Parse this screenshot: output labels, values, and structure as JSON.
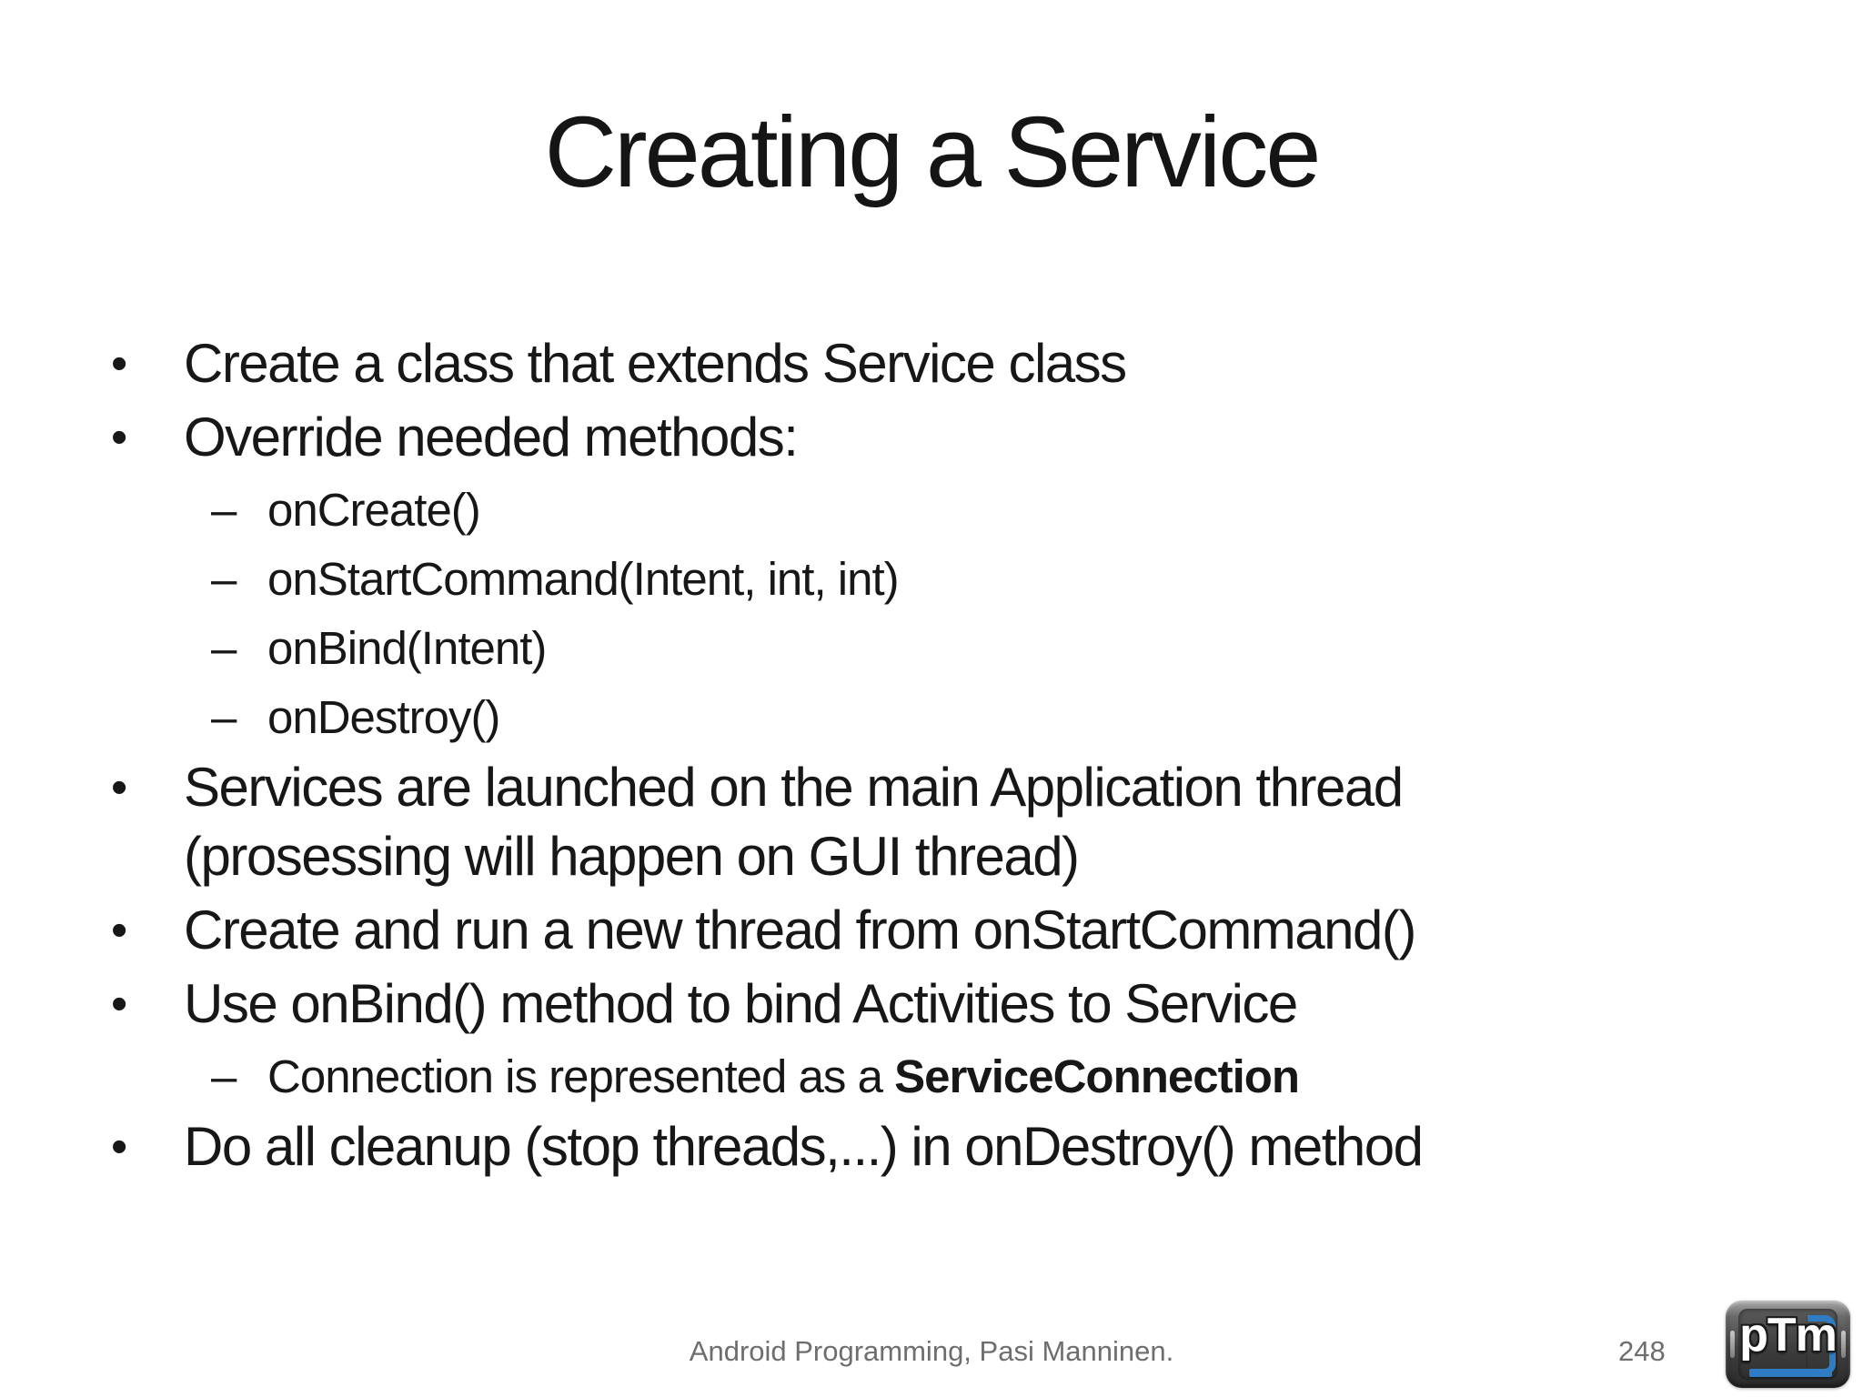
{
  "slide": {
    "title": "Creating a Service",
    "bullets": [
      {
        "level": 1,
        "lines": [
          [
            {
              "t": "Create a class that extends Service class"
            }
          ]
        ]
      },
      {
        "level": 1,
        "lines": [
          [
            {
              "t": "Override needed methods:"
            }
          ]
        ]
      },
      {
        "level": 2,
        "lines": [
          [
            {
              "t": "onCreate()"
            }
          ]
        ]
      },
      {
        "level": 2,
        "lines": [
          [
            {
              "t": "onStartCommand(Intent, int, int)"
            }
          ]
        ]
      },
      {
        "level": 2,
        "lines": [
          [
            {
              "t": "onBind(Intent)"
            }
          ]
        ]
      },
      {
        "level": 2,
        "lines": [
          [
            {
              "t": "onDestroy()"
            }
          ]
        ]
      },
      {
        "level": 1,
        "lines": [
          [
            {
              "t": "Services are launched on the main Application thread"
            }
          ],
          [
            {
              "t": "(prosessing will happen on GUI thread)"
            }
          ]
        ]
      },
      {
        "level": 1,
        "lines": [
          [
            {
              "t": "Create and run a new thread from onStartCommand()"
            }
          ]
        ]
      },
      {
        "level": 1,
        "lines": [
          [
            {
              "t": "Use onBind() method to bind Activities to Service"
            }
          ]
        ]
      },
      {
        "level": 2,
        "lines": [
          [
            {
              "t": "Connection is represented as a "
            },
            {
              "t": "ServiceConnection",
              "b": true
            }
          ]
        ]
      },
      {
        "level": 1,
        "lines": [
          [
            {
              "t": "Do all cleanup (stop threads,...) in onDestroy() method"
            }
          ]
        ]
      }
    ],
    "markers": {
      "level1": "•",
      "level2": "–"
    },
    "footer": {
      "credit": "Android Programming, Pasi Manninen.",
      "page_number": "248"
    },
    "logo": {
      "text": "pTm"
    },
    "colors": {
      "text": "#171717",
      "footer_gray": "#6e6e6e",
      "logo_blue": "#2f7cc4"
    }
  }
}
